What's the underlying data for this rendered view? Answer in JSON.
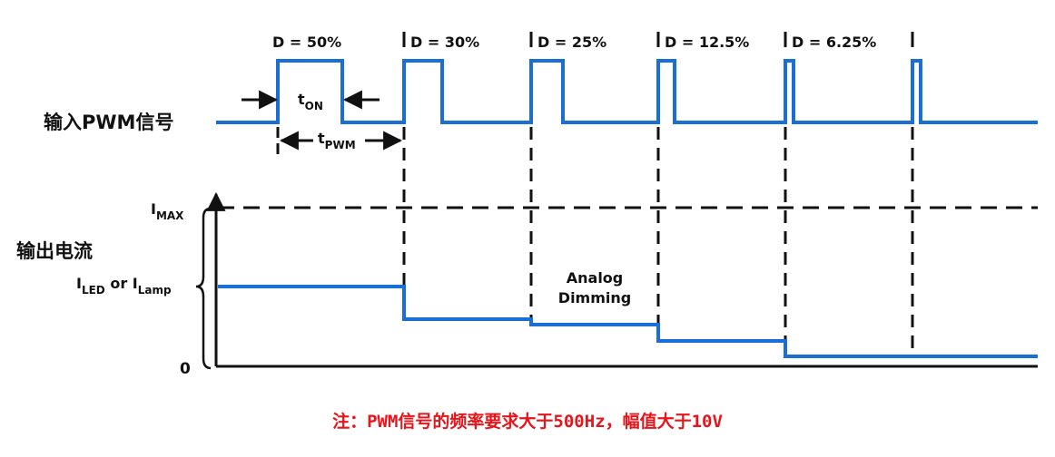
{
  "labels": {
    "input_signal": "输入PWM信号",
    "output_current": "输出电流",
    "t_on": "t",
    "t_on_sub": "ON",
    "t_pwm": "t",
    "t_pwm_sub": "PWM",
    "i_max": "I",
    "i_max_sub": "MAX",
    "i_led": "I",
    "i_led_sub": "LED",
    "or": " or ",
    "i_lamp": "I",
    "i_lamp_sub": "Lamp",
    "zero": "0",
    "analog_line1": "Analog",
    "analog_line2": "Dimming"
  },
  "duty_labels": [
    "D = 50%",
    "D = 30%",
    "D = 25%",
    "D = 12.5%",
    "D = 6.25%"
  ],
  "note": "注：PWM信号的频率要求大于500Hz，幅值大于10V",
  "colors": {
    "signal": "#1a6fd6",
    "axis": "#111111",
    "note": "#e8141a"
  },
  "chart_data": {
    "type": "line",
    "title": "",
    "series": [
      {
        "name": "输入PWM信号",
        "periods": [
          "D = 50%",
          "D = 30%",
          "D = 25%",
          "D = 12.5%",
          "D = 6.25%"
        ],
        "duty_cycle_percent": [
          50,
          30,
          25,
          12.5,
          6.25
        ]
      },
      {
        "name": "输出电流",
        "levels_relative_to_ILED": [
          1.0,
          0.6,
          0.53,
          0.33,
          0.13
        ],
        "y_ticks": [
          "0",
          "I_LED or I_Lamp",
          "I_MAX"
        ]
      }
    ],
    "annotations": [
      "t_ON",
      "t_PWM",
      "Analog Dimming"
    ],
    "xlabel": "",
    "ylabel": "输出电流"
  }
}
